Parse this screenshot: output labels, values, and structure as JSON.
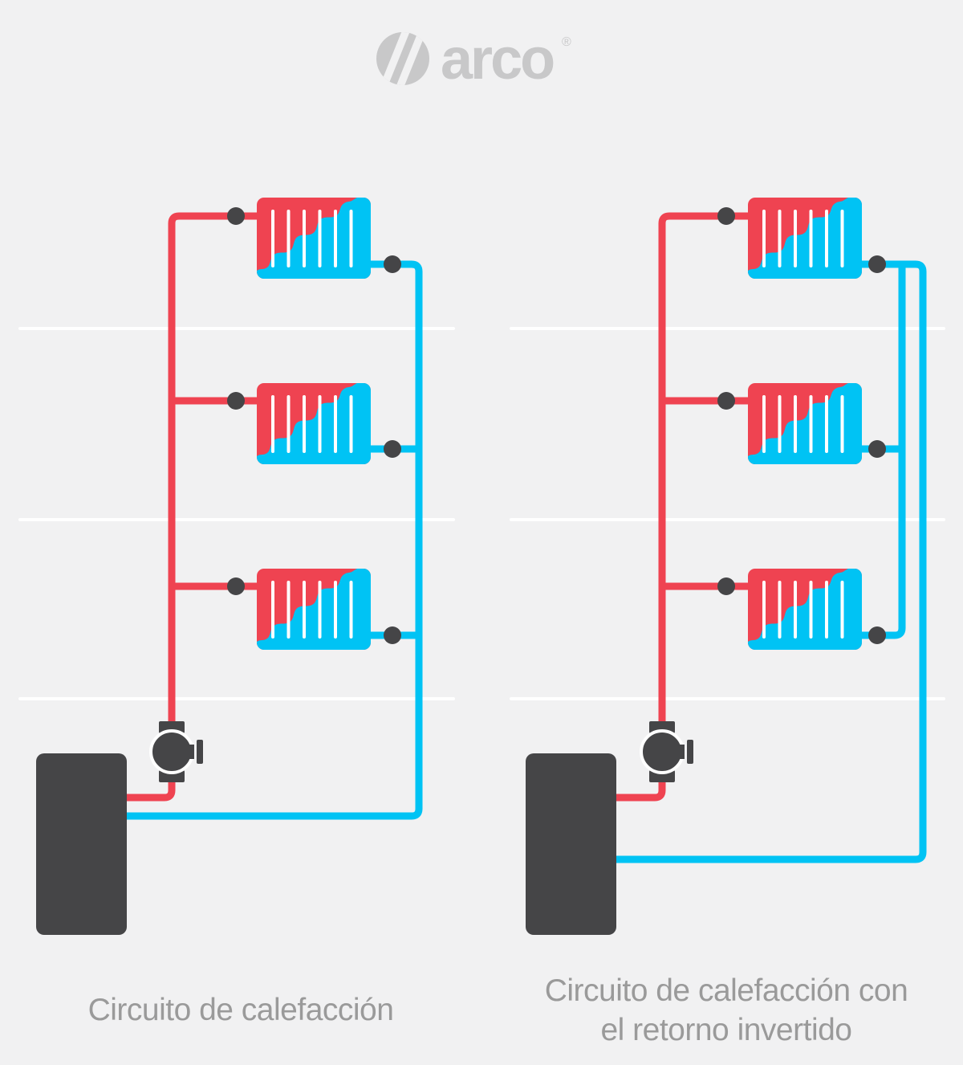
{
  "logo": {
    "text": "arco",
    "registered_mark": "®",
    "icon": "arco-sphere-icon"
  },
  "captions": {
    "left": "Circuito de calefacción",
    "right_line1": "Circuito de calefacción con",
    "right_line2": "el retorno invertido"
  },
  "colors": {
    "background": "#f1f1f2",
    "floor_line": "#ffffff",
    "supply_red": "#ef4351",
    "return_blue": "#00c3f4",
    "dark_gray": "#454547",
    "caption_text": "#9a9a9a",
    "logo_gray": "#c8c8c9"
  },
  "diagram": {
    "left_circuit": {
      "caption": "Circuito de calefacción",
      "return_type": "direct",
      "radiator_count": 3,
      "components": [
        "boiler",
        "pump",
        "radiators",
        "supply-pipe",
        "return-pipe"
      ]
    },
    "right_circuit": {
      "caption": "Circuito de calefacción con el retorno invertido",
      "return_type": "reverse",
      "radiator_count": 3,
      "components": [
        "boiler",
        "pump",
        "radiators",
        "supply-pipe",
        "return-pipe"
      ]
    }
  }
}
